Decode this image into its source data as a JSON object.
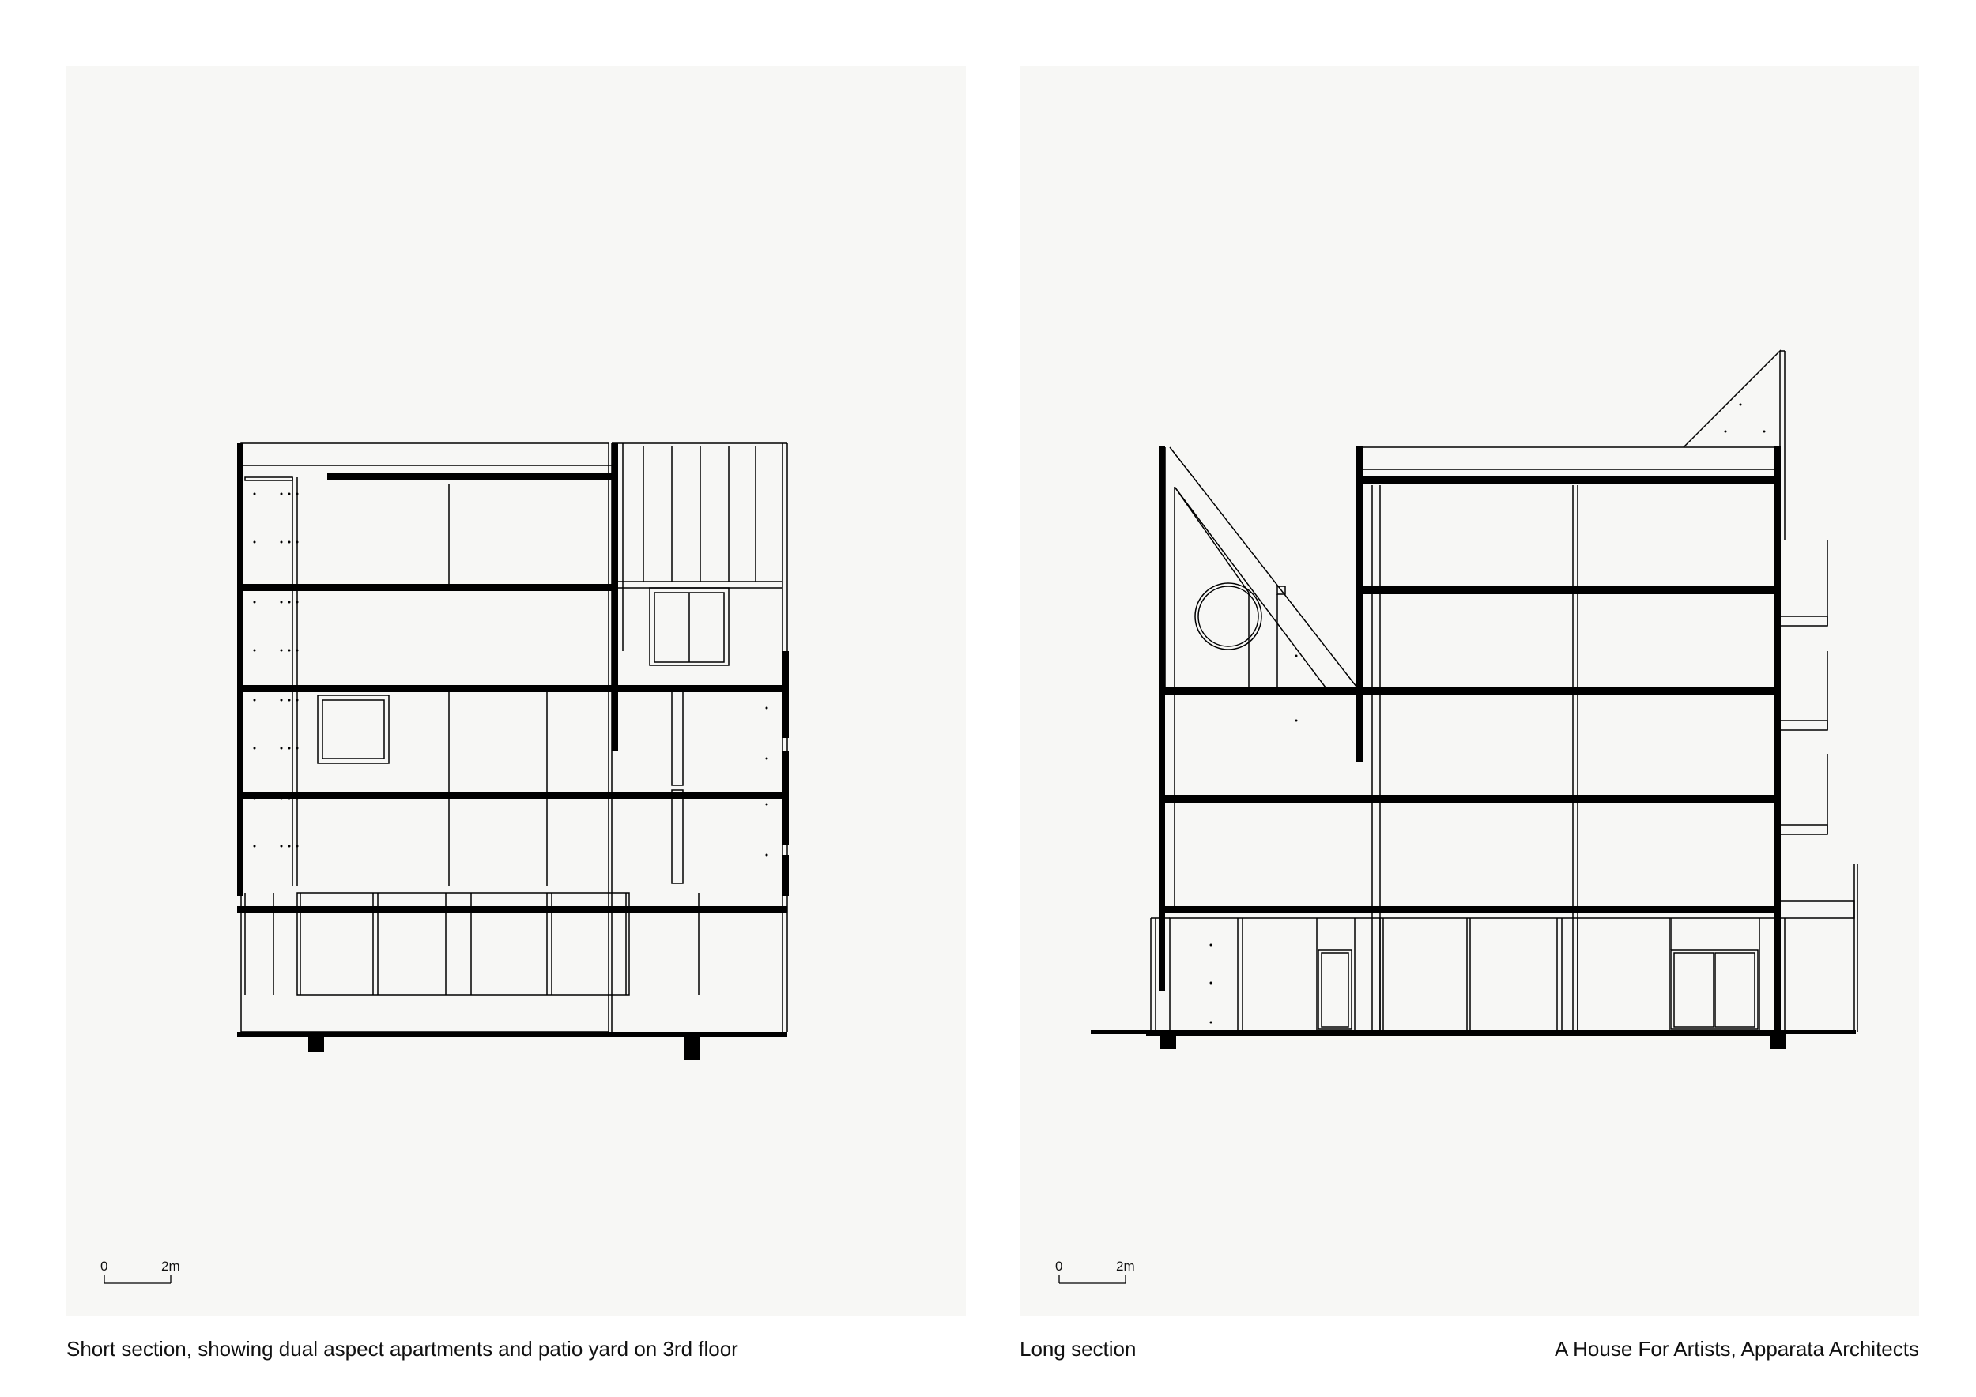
{
  "captions": {
    "short_section": "Short section, showing dual aspect apartments and patio yard on 3rd floor",
    "long_section": "Long section",
    "credit": "A House For Artists, Apparata Architects"
  },
  "scale_bar": {
    "start_label": "0",
    "end_label": "2m"
  },
  "colors": {
    "sheet": "#f7f7f5",
    "ink": "#000000"
  }
}
